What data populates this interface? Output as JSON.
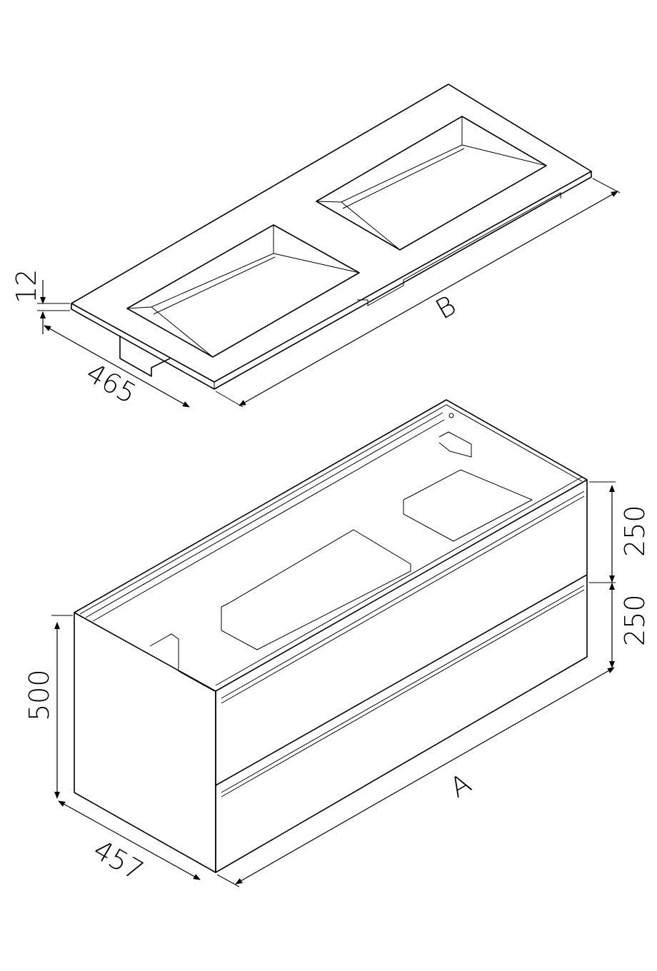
{
  "dimensions": {
    "countertop_thickness": "12",
    "countertop_depth": "465",
    "countertop_width": "B",
    "drawer_top_height": "250",
    "drawer_bottom_height": "250",
    "cabinet_height": "500",
    "cabinet_depth": "457",
    "cabinet_width": "A"
  },
  "colors": {
    "line": "#000000",
    "background": "#ffffff"
  }
}
